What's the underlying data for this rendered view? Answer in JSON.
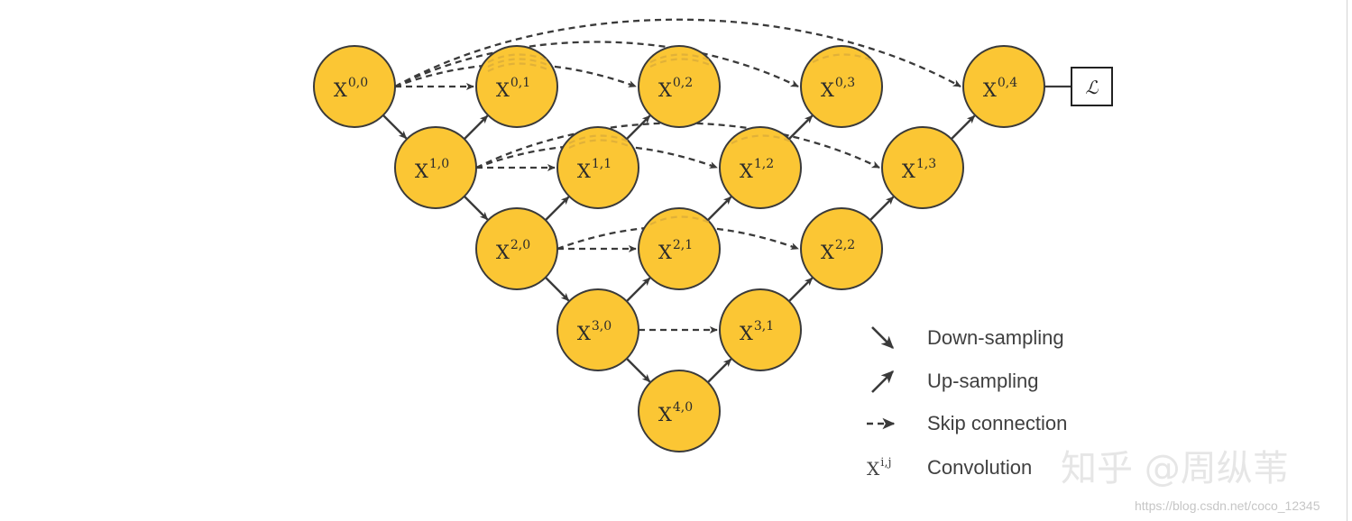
{
  "diagram": {
    "nodes": [
      {
        "id": "x00",
        "base": "X",
        "sup": "0,0"
      },
      {
        "id": "x10",
        "base": "X",
        "sup": "1,0"
      },
      {
        "id": "x20",
        "base": "X",
        "sup": "2,0"
      },
      {
        "id": "x30",
        "base": "X",
        "sup": "3,0"
      },
      {
        "id": "x40",
        "base": "X",
        "sup": "4,0"
      },
      {
        "id": "x01",
        "base": "X",
        "sup": "0,1"
      },
      {
        "id": "x11",
        "base": "X",
        "sup": "1,1"
      },
      {
        "id": "x21",
        "base": "X",
        "sup": "2,1"
      },
      {
        "id": "x31",
        "base": "X",
        "sup": "3,1"
      },
      {
        "id": "x02",
        "base": "X",
        "sup": "0,2"
      },
      {
        "id": "x12",
        "base": "X",
        "sup": "1,2"
      },
      {
        "id": "x22",
        "base": "X",
        "sup": "2,2"
      },
      {
        "id": "x03",
        "base": "X",
        "sup": "0,3"
      },
      {
        "id": "x13",
        "base": "X",
        "sup": "1,3"
      },
      {
        "id": "x04",
        "base": "X",
        "sup": "0,4"
      }
    ],
    "down_edges": [
      [
        "x00",
        "x10"
      ],
      [
        "x10",
        "x20"
      ],
      [
        "x20",
        "x30"
      ],
      [
        "x30",
        "x40"
      ]
    ],
    "up_edges": [
      [
        "x10",
        "x01"
      ],
      [
        "x20",
        "x11"
      ],
      [
        "x30",
        "x21"
      ],
      [
        "x40",
        "x31"
      ],
      [
        "x11",
        "x02"
      ],
      [
        "x21",
        "x12"
      ],
      [
        "x31",
        "x22"
      ],
      [
        "x12",
        "x03"
      ],
      [
        "x22",
        "x13"
      ],
      [
        "x13",
        "x04"
      ]
    ],
    "skip_edges": [
      [
        "x00",
        "x01"
      ],
      [
        "x00",
        "x02"
      ],
      [
        "x00",
        "x03"
      ],
      [
        "x00",
        "x04"
      ],
      [
        "x10",
        "x11"
      ],
      [
        "x10",
        "x12"
      ],
      [
        "x10",
        "x13"
      ],
      [
        "x20",
        "x21"
      ],
      [
        "x20",
        "x22"
      ],
      [
        "x30",
        "x31"
      ]
    ],
    "output_edge": [
      "x04",
      "loss"
    ],
    "loss_symbol": "ℒ",
    "colors": {
      "node_fill": "#FBC634",
      "node_stroke": "#3a3a3a",
      "edge": "#3a3a3a",
      "overlap_trace": "#d8a93a"
    }
  },
  "legend": {
    "items": [
      {
        "kind": "down",
        "label": "Down-sampling"
      },
      {
        "kind": "up",
        "label": "Up-sampling"
      },
      {
        "kind": "skip",
        "label": "Skip connection"
      },
      {
        "kind": "conv",
        "label": "Convolution",
        "symbol_base": "X",
        "symbol_sup": "i,j"
      }
    ]
  },
  "watermark": {
    "zhihu": "知乎 @周纵苇",
    "url": "https://blog.csdn.net/coco_12345"
  }
}
